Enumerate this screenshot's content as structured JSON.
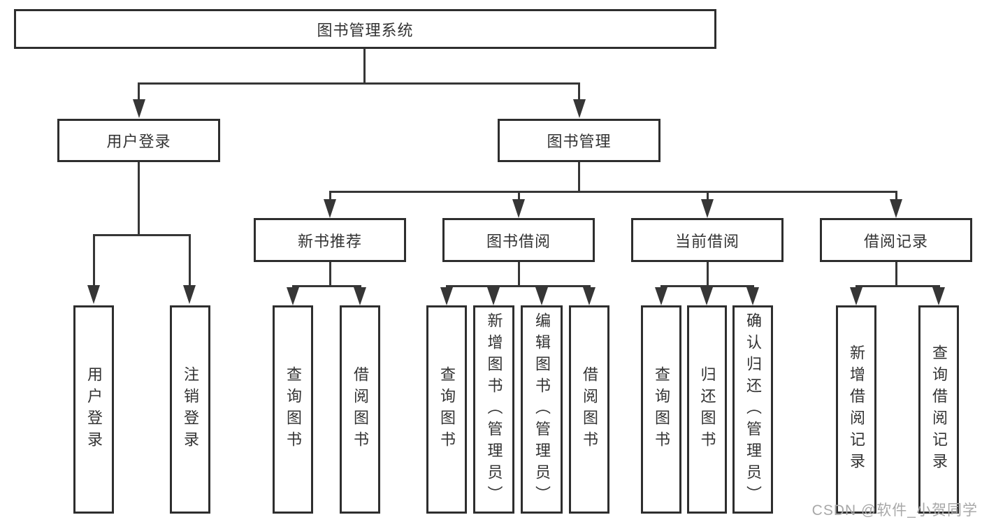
{
  "diagram_title": "图书管理系统",
  "watermark": {
    "text": "CSDN @软件_小贺同学"
  },
  "colors": {
    "line": "#363636",
    "box_border": "#2e2e2e",
    "text": "#333333",
    "watermark": "#a8a8a8",
    "background": "#ffffff"
  },
  "tree": {
    "label": "图书管理系统",
    "children": [
      {
        "label": "用户登录",
        "children": [
          {
            "label": "用户登录"
          },
          {
            "label": "注销登录"
          }
        ]
      },
      {
        "label": "图书管理",
        "children": [
          {
            "label": "新书推荐",
            "children": [
              {
                "label": "查询图书"
              },
              {
                "label": "借阅图书"
              }
            ]
          },
          {
            "label": "图书借阅",
            "children": [
              {
                "label": "查询图书"
              },
              {
                "label": "新增图书（管理员）"
              },
              {
                "label": "编辑图书（管理员）"
              },
              {
                "label": "借阅图书"
              }
            ]
          },
          {
            "label": "当前借阅",
            "children": [
              {
                "label": "查询图书"
              },
              {
                "label": "归还图书"
              },
              {
                "label": "确认归还（管理员）"
              }
            ]
          },
          {
            "label": "借阅记录",
            "children": [
              {
                "label": "新增借阅记录"
              },
              {
                "label": "查询借阅记录"
              }
            ]
          }
        ]
      }
    ]
  }
}
